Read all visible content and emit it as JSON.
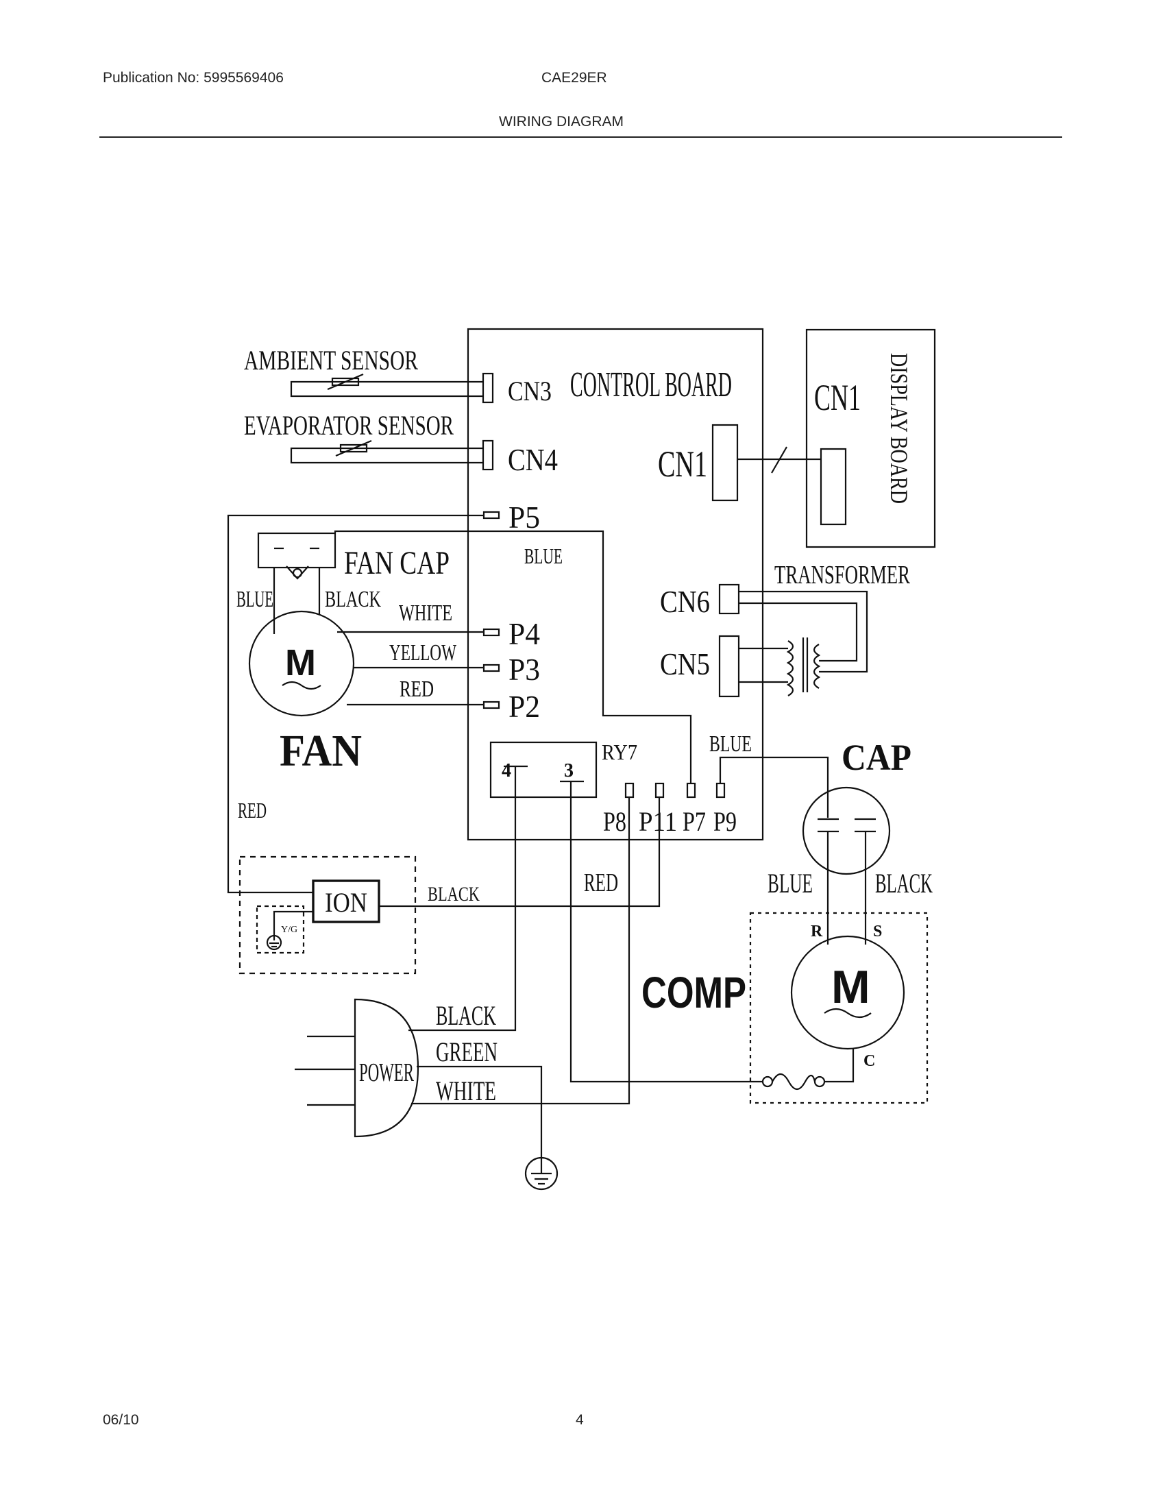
{
  "header": {
    "publication": "Publication No: 5995569406",
    "model": "CAE29ER",
    "title": "WIRING DIAGRAM"
  },
  "footer": {
    "date": "06/10",
    "page": "4"
  },
  "diagram": {
    "sensors": {
      "ambient": "AMBIENT SENSOR",
      "evaporator": "EVAPORATOR SENSOR"
    },
    "control_board": {
      "title": "CONTROL BOARD",
      "connectors": [
        "CN3",
        "CN4",
        "CN1",
        "CN6",
        "CN5"
      ],
      "pins": [
        "P5",
        "P4",
        "P3",
        "P2",
        "P8",
        "P11",
        "P7",
        "P9"
      ],
      "relay": "RY7",
      "relay_terminals": [
        "4",
        "3"
      ]
    },
    "display_board": {
      "title": "DISPLAY BOARD",
      "connector": "CN1"
    },
    "transformer": "TRANSFORMER",
    "fan": {
      "label": "FAN",
      "motor": "M",
      "cap": "FAN CAP"
    },
    "capacitor": "CAP",
    "compressor": {
      "label": "COMP",
      "motor": "M",
      "terminals": [
        "R",
        "S",
        "C"
      ]
    },
    "ion": {
      "label": "ION",
      "ground_tag": "Y/G"
    },
    "power": "POWER",
    "wires": {
      "blue": "BLUE",
      "black": "BLACK",
      "white": "WHITE",
      "yellow": "YELLOW",
      "red": "RED",
      "green": "GREEN"
    }
  }
}
